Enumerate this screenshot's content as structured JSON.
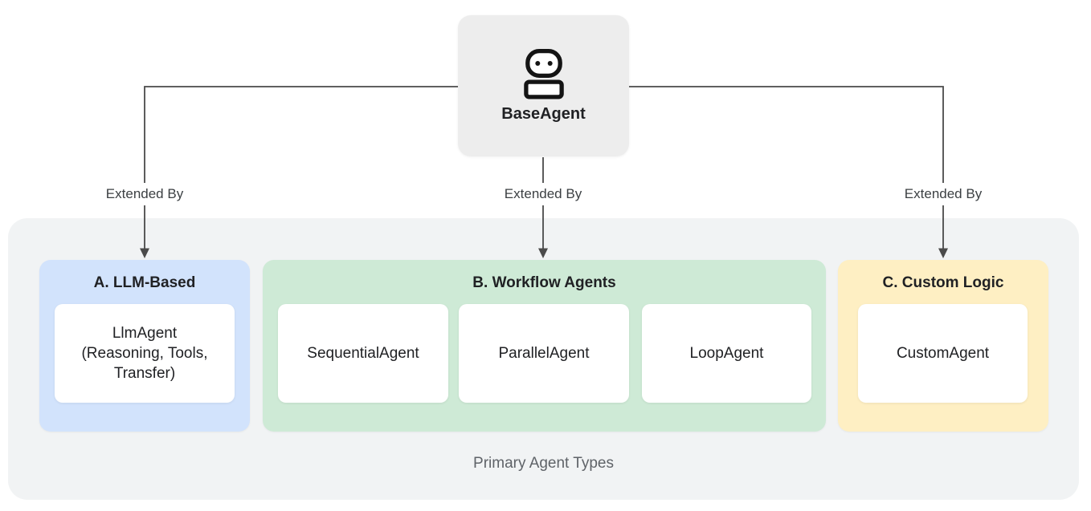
{
  "diagram": {
    "root": {
      "label": "BaseAgent",
      "icon": "robot-icon"
    },
    "edges": [
      {
        "label": "Extended By",
        "to": "A. LLM-Based"
      },
      {
        "label": "Extended By",
        "to": "B. Workflow Agents"
      },
      {
        "label": "Extended By",
        "to": "C. Custom Logic"
      }
    ],
    "groups": [
      {
        "title": "A. LLM-Based",
        "bg": "#d2e3fc",
        "agents": [
          {
            "name": "LlmAgent\n(Reasoning, Tools,\nTransfer)"
          }
        ]
      },
      {
        "title": "B. Workflow Agents",
        "bg": "#ceead6",
        "agents": [
          {
            "name": "SequentialAgent"
          },
          {
            "name": "ParallelAgent"
          },
          {
            "name": "LoopAgent"
          }
        ]
      },
      {
        "title": "C. Custom Logic",
        "bg": "#feefc3",
        "agents": [
          {
            "name": "CustomAgent"
          }
        ]
      }
    ],
    "caption": "Primary Agent Types",
    "colors": {
      "container_bg": "#f1f3f4",
      "root_node_bg": "#ededed",
      "connector": "#4a4a4a",
      "heading_text": "#202124",
      "edge_label_text": "#3c4043",
      "caption_text": "#5f6368"
    }
  }
}
